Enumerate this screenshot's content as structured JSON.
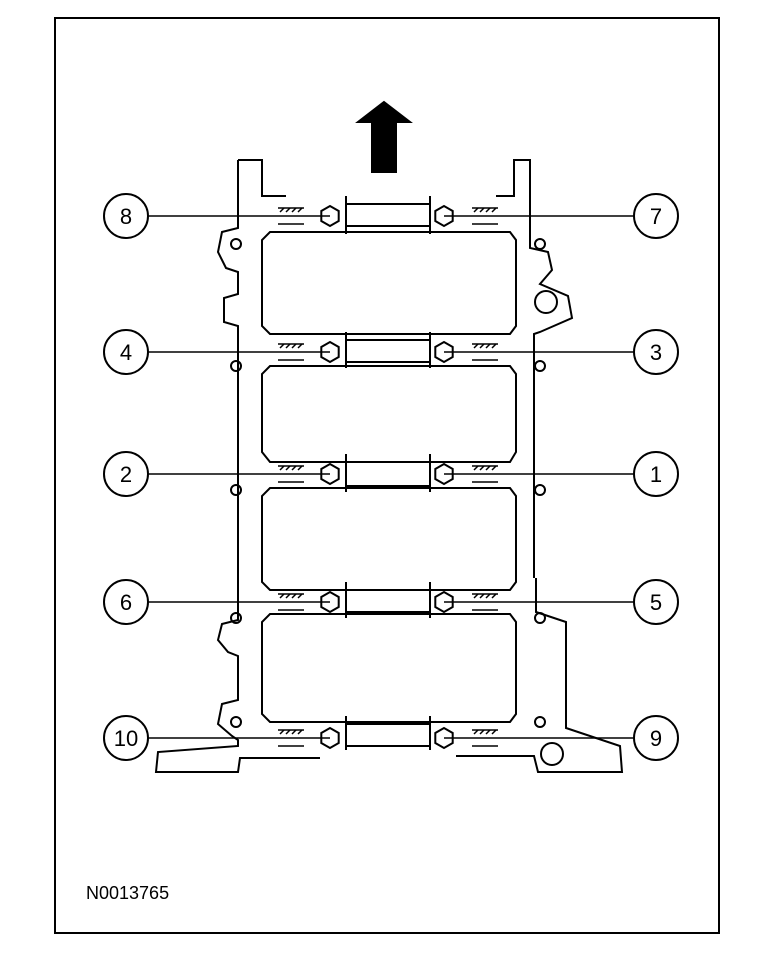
{
  "figure": {
    "id_label": "N0013765",
    "direction_indicator": "arrow-up-icon",
    "bolt_callouts": {
      "left": [
        "8",
        "4",
        "2",
        "6",
        "10"
      ],
      "right": [
        "7",
        "3",
        "1",
        "5",
        "9"
      ]
    }
  }
}
